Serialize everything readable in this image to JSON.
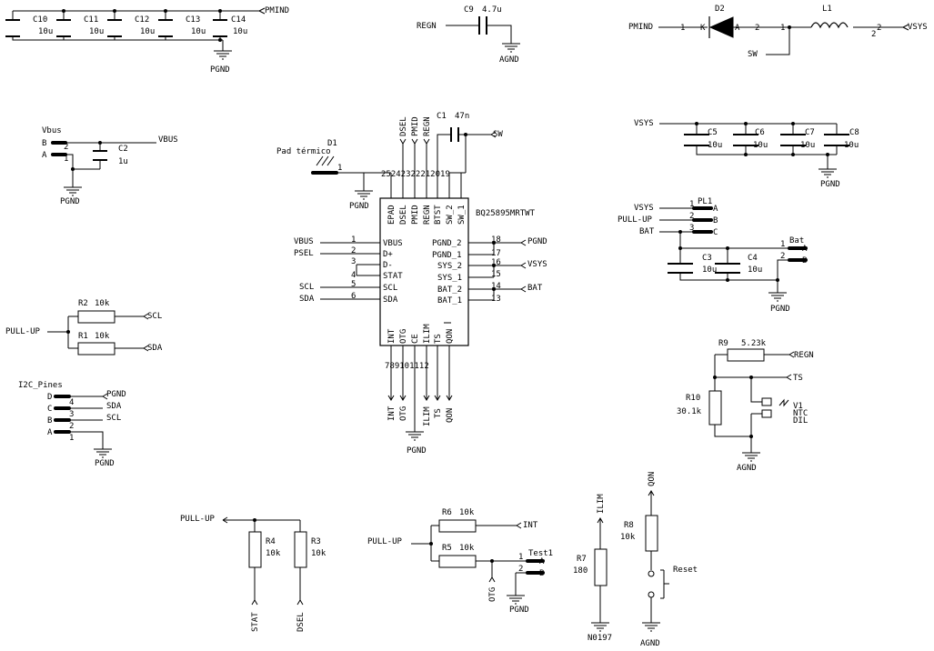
{
  "labels": {
    "pmind_top": "PMIND",
    "c10": "C10",
    "c11": "C11",
    "c12": "C12",
    "c13": "C13",
    "c14": "C14",
    "c10v": "10u",
    "c11v": "10u",
    "c12v": "10u",
    "c13v": "10u",
    "c14v": "10u",
    "pgnd_top": "PGND",
    "regn_c9": "REGN",
    "c9": "C9",
    "c9v": "4.7u",
    "agnd_c9": "AGND",
    "pmind_d2": "PMIND",
    "d2": "D2",
    "d2_k": "K",
    "d2_a": "A",
    "d2_p1": "1",
    "d2_p2": "2",
    "l1": "L1",
    "l1_p1": "1",
    "l1_p2": "2",
    "l1_p2b": "2",
    "vsys_l1": "VSYS",
    "sw_l1": "SW",
    "vbus_conn": "Vbus",
    "vbus_b": "B",
    "vbus_a": "A",
    "vbus_p2": "2",
    "vbus_p1": "1",
    "c2": "C2",
    "c2v": "1u",
    "vbus_net": "VBUS",
    "pgnd_vbus": "PGND",
    "pad_label": "Pad térmico",
    "d1": "D1",
    "d1_p1": "1",
    "pgnd_pad": "PGND",
    "pin_dsel": "DSEL",
    "pin_pmid": "PMID",
    "pin_regn": "REGN",
    "c1": "C1",
    "c1v": "47n",
    "sw_ic": "SW",
    "top_pin_nums": "25242322212019",
    "ic_name": "BQ25895MRTWT",
    "in_epad": "EPAD",
    "in_dsel": "DSEL",
    "in_pmid": "PMID",
    "in_regn": "REGN",
    "in_btst": "BTST",
    "in_sw2": "SW_2",
    "in_sw1": "SW_1",
    "in_vbus": "VBUS",
    "in_dp": "D+",
    "in_dm": "D-",
    "in_stat": "STAT",
    "in_scl": "SCL",
    "in_sda": "SDA",
    "in_pgnd2": "PGND_2",
    "in_pgnd1": "PGND_1",
    "in_sys2": "SYS_2",
    "in_sys1": "SYS_1",
    "in_bat2": "BAT_2",
    "in_bat1": "BAT_1",
    "in_int": "INT",
    "in_otg": "OTG",
    "in_ce": "CE",
    "in_ilim": "ILIM",
    "in_ts": "TS",
    "in_qon": "QON",
    "net_vbus": "VBUS",
    "net_psel": "PSEL",
    "net_scl": "SCL",
    "net_sda": "SDA",
    "pin_l1": "1",
    "pin_l2": "2",
    "pin_l3": "3",
    "pin_l4": "4",
    "pin_l5": "5",
    "pin_l6": "6",
    "pin_r18": "18",
    "pin_r17": "17",
    "pin_r16": "16",
    "pin_r15": "15",
    "pin_r14": "14",
    "pin_r13": "13",
    "net_pgnd_r": "PGND",
    "net_vsys_r": "VSYS",
    "net_bat_r": "BAT",
    "bot_pin_nums": "789101112",
    "bot_int": "INT",
    "bot_otg": "OTG",
    "bot_ilim": "ILIM",
    "bot_ts": "TS",
    "bot_qon": "QON",
    "pgnd_bot": "PGND",
    "vsys_c5": "VSYS",
    "c5": "C5",
    "c6": "C6",
    "c7": "C7",
    "c8": "C8",
    "c5v": "10u",
    "c6v": "10u",
    "c7v": "10u",
    "c8v": "10u",
    "pgnd_c5": "PGND",
    "pl1_vsys": "VSYS",
    "pl1_pullup": "PULL-UP",
    "pl1_bat": "BAT",
    "pl1": "PL1",
    "pl1_p1": "1",
    "pl1_p2": "2",
    "pl1_p3": "3",
    "pl1_a": "A",
    "pl1_b": "B",
    "pl1_c": "C",
    "c3": "C3",
    "c3v": "10u",
    "c4": "C4",
    "c4v": "10u",
    "bat_conn": "Bat",
    "bat_p1": "1",
    "bat_p2": "2",
    "bat_a": "A",
    "bat_b": "B",
    "pgnd_bat": "PGND",
    "pullup_i2c": "PULL-UP",
    "r2": "R2",
    "r2v": "10k",
    "r1": "R1",
    "r1v": "10k",
    "scl_pu": "SCL",
    "sda_pu": "SDA",
    "i2c_pines": "I2C_Pines",
    "i2c_d": "D",
    "i2c_c": "C",
    "i2c_b": "B",
    "i2c_a": "A",
    "i2c_p4": "4",
    "i2c_p3": "3",
    "i2c_p2": "2",
    "i2c_p1": "1",
    "i2c_pgnd": "PGND",
    "i2c_sda": "SDA",
    "i2c_scl": "SCL",
    "i2c_pgnd2": "PGND",
    "r9": "R9",
    "r9v": "5.23k",
    "regn_r9": "REGN",
    "ts_r9": "TS",
    "r10": "R10",
    "r10v": "30.1k",
    "v1": "V1",
    "ntc": "NTC",
    "dil": "DIL",
    "agnd_r10": "AGND",
    "pullup_r4": "PULL-UP",
    "r4": "R4",
    "r4v": "10k",
    "r3": "R3",
    "r3v": "10k",
    "stat_r4": "STAT",
    "dsel_r3": "DSEL",
    "pullup_r6": "PULL-UP",
    "r6": "R6",
    "r6v": "10k",
    "r5": "R5",
    "r5v": "10k",
    "int_r6": "INT",
    "test1": "Test1",
    "test_p1": "1",
    "test_p2": "2",
    "test_a": "A",
    "test_b": "B",
    "otg_r5": "OTG",
    "pgnd_test": "PGND",
    "ilim_r7": "ILIM",
    "r7": "R7",
    "r7v": "180",
    "n0197": "N0197",
    "qon_r8": "QON",
    "r8": "R8",
    "r8v": "10k",
    "reset": "Reset",
    "agnd_reset": "AGND"
  }
}
